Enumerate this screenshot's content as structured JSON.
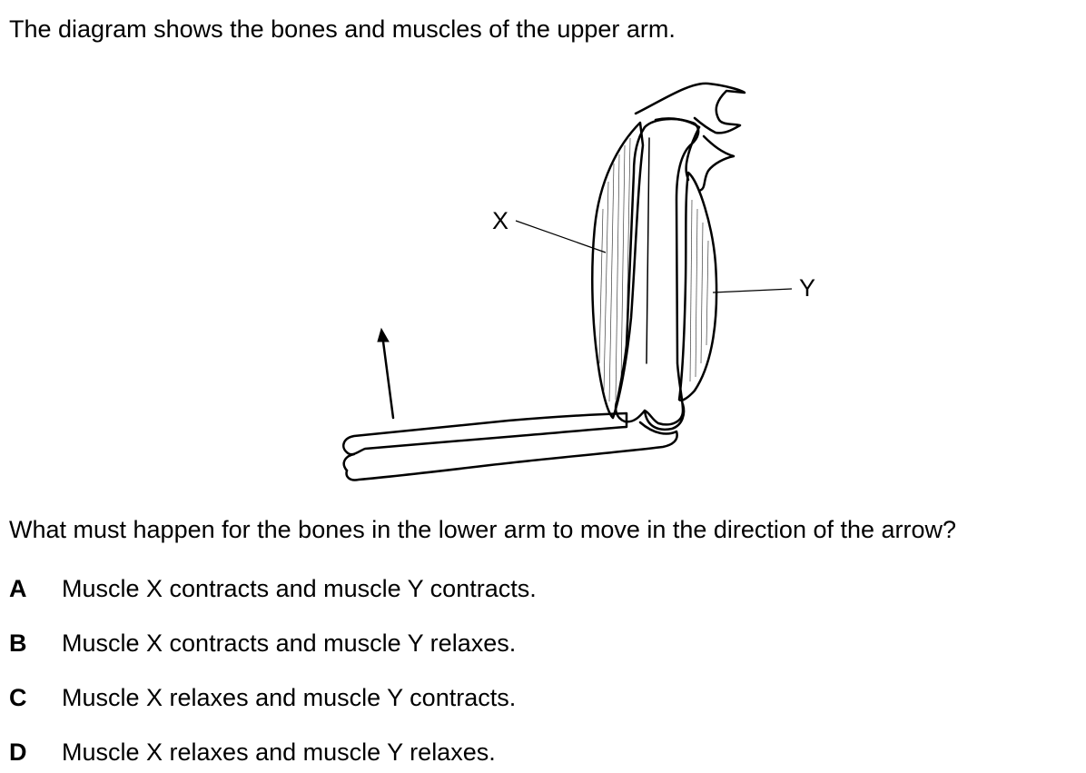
{
  "intro": "The diagram shows the bones and muscles of the upper arm.",
  "diagram": {
    "label_x": "X",
    "label_y": "Y"
  },
  "question": "What must happen for the bones in the lower arm to move in the direction of the arrow?",
  "options": [
    {
      "letter": "A",
      "text": "Muscle X contracts and muscle Y contracts."
    },
    {
      "letter": "B",
      "text": "Muscle X contracts and muscle Y relaxes."
    },
    {
      "letter": "C",
      "text": "Muscle X relaxes and muscle Y contracts."
    },
    {
      "letter": "D",
      "text": "Muscle X relaxes and muscle Y relaxes."
    }
  ]
}
